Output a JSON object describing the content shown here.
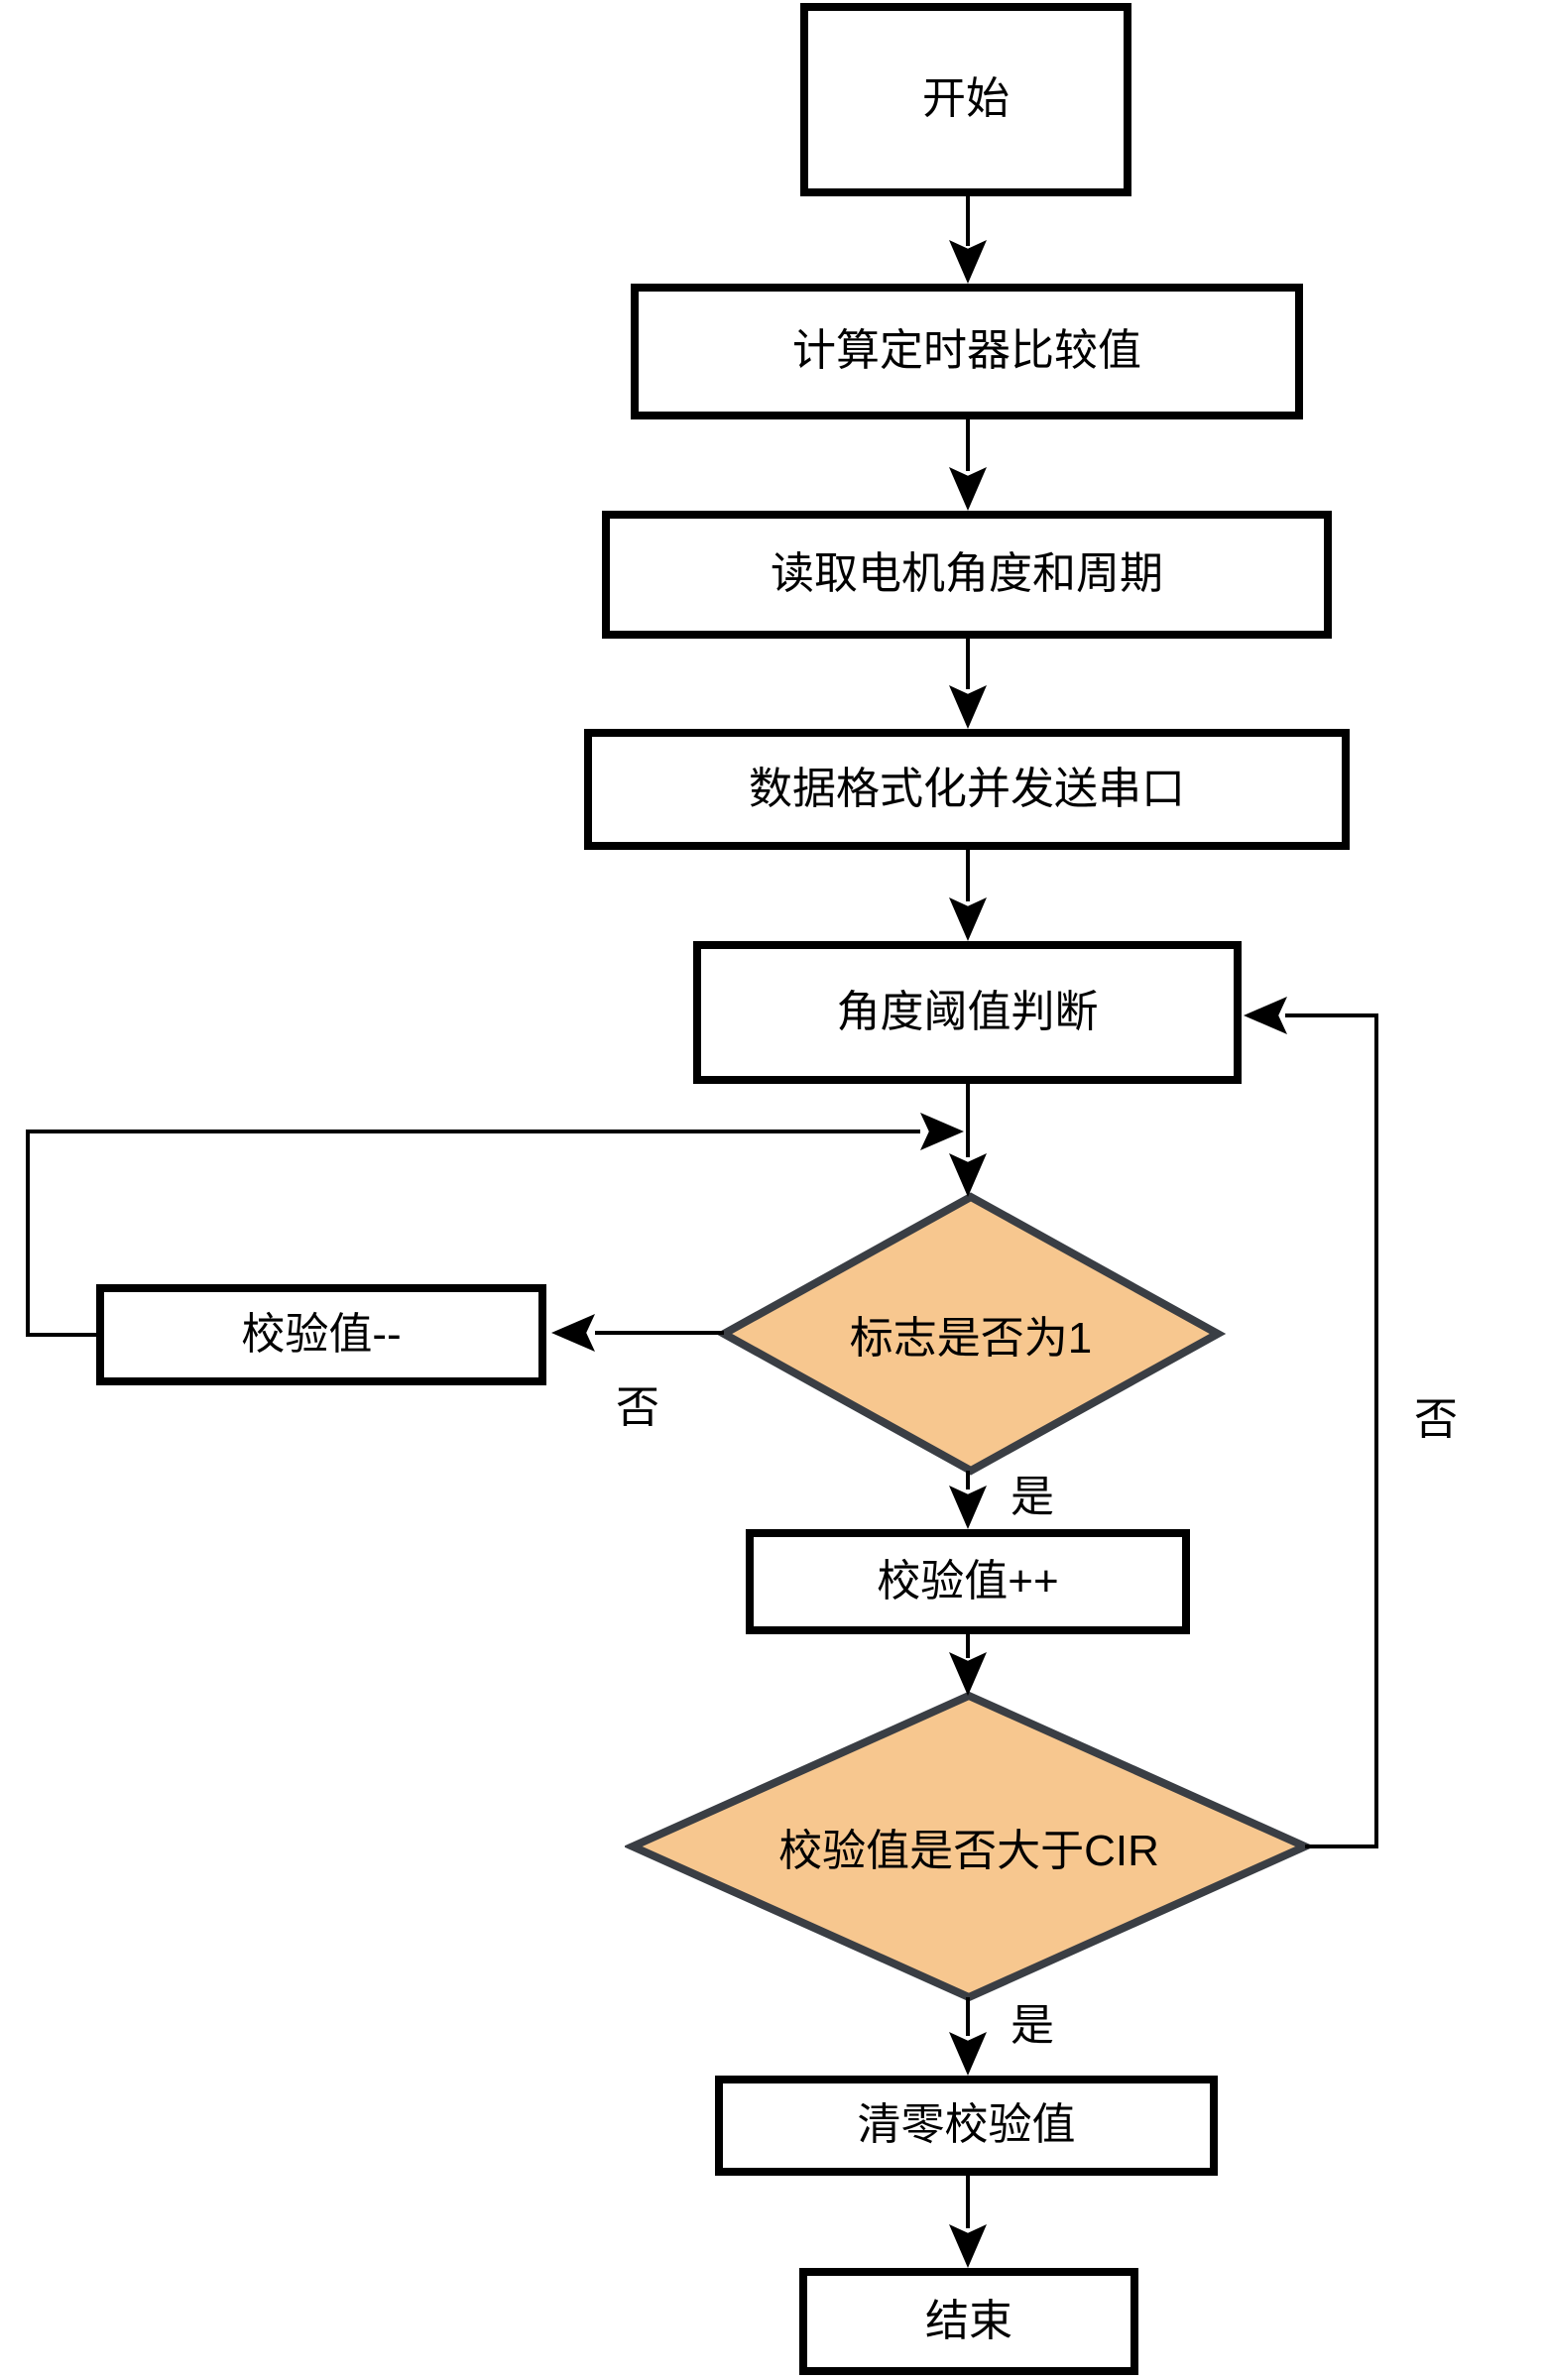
{
  "flowchart": {
    "nodes": {
      "start": "开始",
      "calc_timer": "计算定时器比较值",
      "read_motor": "读取电机角度和周期",
      "format_send": "数据格式化并发送串口",
      "angle_judge": "角度阈值判断",
      "flag_check": "标志是否为1",
      "check_dec": "校验值--",
      "check_inc": "校验值++",
      "cir_check": "校验值是否大于CIR",
      "clear_check": "清零校验值",
      "end": "结束"
    },
    "labels": {
      "flag_no": "否",
      "flag_yes": "是",
      "cir_no": "否",
      "cir_yes": "是"
    },
    "colors": {
      "decision_fill": "#F7C78F",
      "decision_stroke": "#3A3E44",
      "process_stroke": "#000000",
      "connector": "#000000",
      "canvas_bg": "#FFFFFF"
    }
  }
}
